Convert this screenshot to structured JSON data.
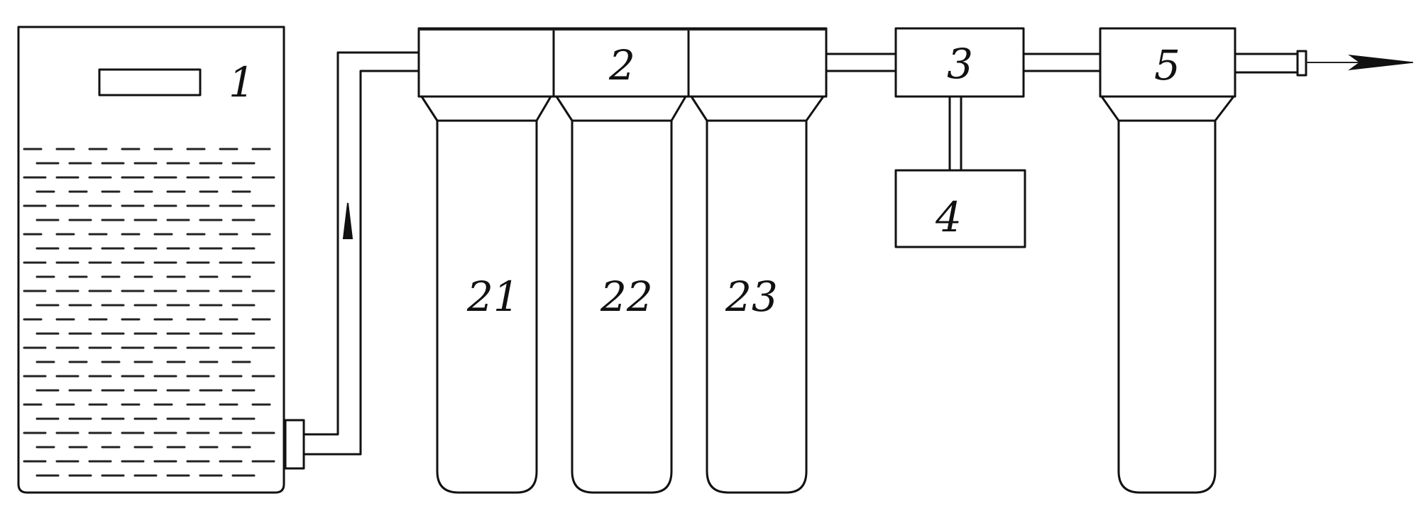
{
  "diagram": {
    "labels": {
      "tank": "1",
      "filter_head": "2",
      "filter_a": "21",
      "filter_b": "22",
      "filter_c": "23",
      "unit_3": "3",
      "unit_4": "4",
      "unit_5": "5"
    }
  }
}
